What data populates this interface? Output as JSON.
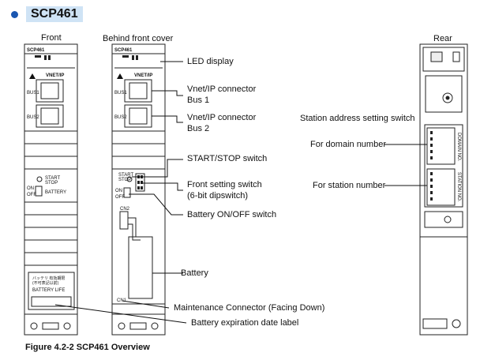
{
  "heading": "SCP461",
  "views": {
    "front": "Front",
    "behind": "Behind front cover",
    "rear": "Rear"
  },
  "module_text": {
    "model": "SCP461",
    "vnet_ip": "VNET/IP",
    "bus1": "BUS1",
    "bus2": "BUS2",
    "start": "START",
    "stop": "STOP",
    "on": "ON",
    "off": "OFF",
    "battery": "BATTERY",
    "cn1": "CN1",
    "cn2": "CN2",
    "battery_label_jp1": "バッテリ 有効期限",
    "battery_label_jp2": "(不可表記以前)",
    "battery_life": "BATTERY LIFE",
    "domain_no": "DOMAIN NO.",
    "station_no": "STATION NO."
  },
  "callouts": {
    "led_display": "LED display",
    "vnet_bus1_line1": "Vnet/IP connector",
    "vnet_bus1_line2": "Bus 1",
    "vnet_bus2_line1": "Vnet/IP connector",
    "vnet_bus2_line2": "Bus 2",
    "start_stop": "START/STOP switch",
    "front_setting_line1": "Front setting switch",
    "front_setting_line2": "(6-bit dipswitch)",
    "battery_onoff": "Battery ON/OFF switch",
    "battery": "Battery",
    "maintenance": "Maintenance Connector (Facing Down)",
    "battery_expiration": "Battery expiration date label",
    "station_address": "Station address setting switch",
    "domain_number": "For domain number",
    "station_number": "For station number"
  },
  "figure_caption": "Figure 4.2-2 SCP461 Overview"
}
